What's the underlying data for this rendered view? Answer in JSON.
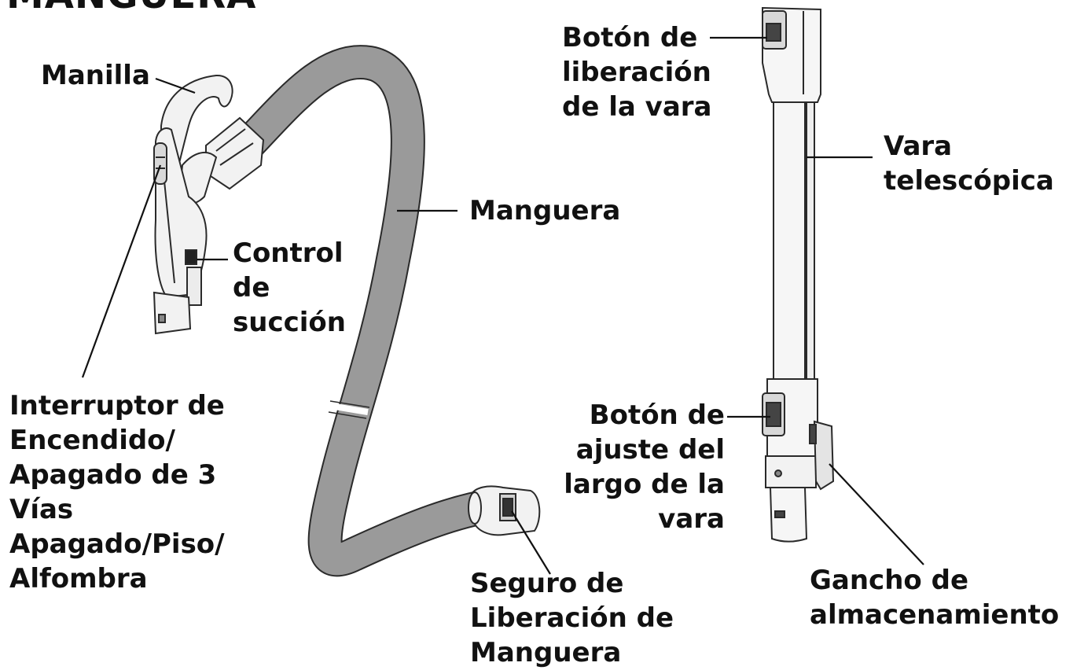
{
  "title": "MANGUERA",
  "labels": {
    "manilla": "Manilla",
    "control": [
      "Control",
      "de",
      "succión"
    ],
    "manguera": "Manguera",
    "interruptor": [
      "Interruptor de",
      "Encendido/",
      "Apagado de 3",
      "Vías",
      "Apagado/Piso/",
      "Alfombra"
    ],
    "seguro": [
      "Seguro de",
      "Liberación de",
      "Manguera"
    ],
    "boton_liberacion": [
      "Botón de",
      "liberación",
      "de la vara"
    ],
    "vara": [
      "Vara",
      "telescópica"
    ],
    "boton_ajuste": [
      "Botón de",
      "ajuste del",
      "largo de la",
      "vara"
    ],
    "gancho": [
      "Gancho de",
      "almacenamiento"
    ]
  },
  "colors": {
    "hose": "#9a9a9a",
    "outline": "#2a2a2a",
    "part_fill": "#f2f2f2",
    "text": "#111111"
  }
}
